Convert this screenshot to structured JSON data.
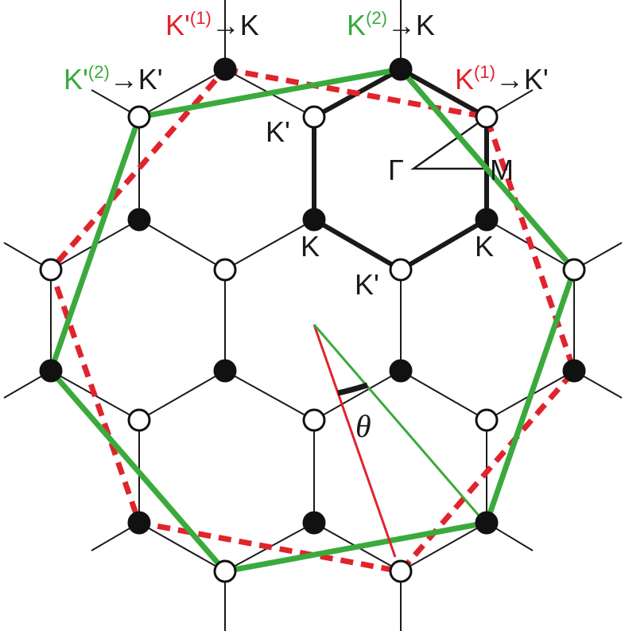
{
  "colors": {
    "lattice": "#1a1a1a",
    "red_zone": "#e0242c",
    "green_zone": "#3aaa3c",
    "label_default": "#1a1a1a"
  },
  "labels": {
    "kprime1_to_k": {
      "prefix": "K'",
      "superscript": "(1)",
      "arrow": "→",
      "target": "K"
    },
    "k2_to_k": {
      "prefix": "K",
      "superscript": "(2)",
      "arrow": "→",
      "target": "K"
    },
    "kprime2_to_kprime": {
      "prefix": "K'",
      "superscript": "(2)",
      "arrow": "→",
      "target": "K'"
    },
    "k1_to_kprime": {
      "prefix": "K",
      "superscript": "(1)",
      "arrow": "→",
      "target": "K'"
    },
    "hex_k_prime_top_left": "K'",
    "hex_k_left": "K",
    "hex_k_right": "K",
    "hex_k_prime_bottom": "K'",
    "gamma": "Γ",
    "m_point": "M",
    "theta": "θ"
  }
}
